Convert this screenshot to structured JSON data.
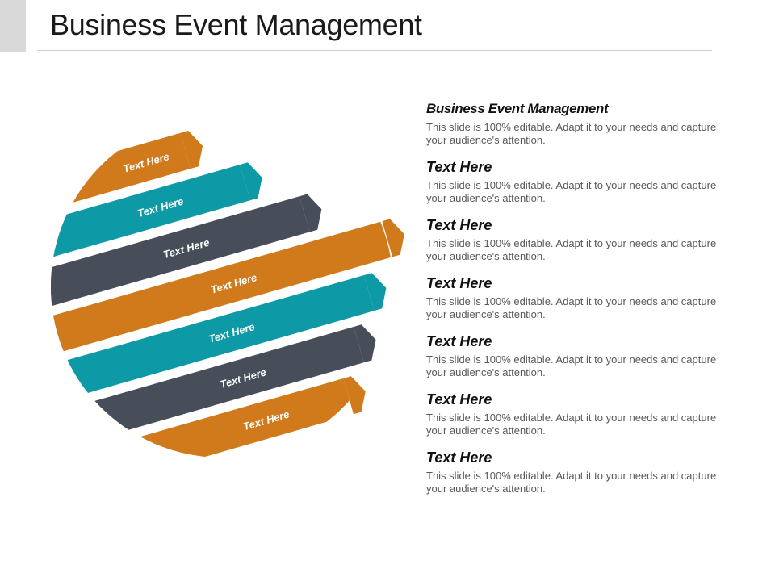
{
  "slide": {
    "title": "Business Event Management"
  },
  "graphic": {
    "colors": {
      "orange": "#d07a1b",
      "teal": "#0d9aa6",
      "slate": "#474e59"
    },
    "bands": [
      {
        "label": "Text Here",
        "color": "orange"
      },
      {
        "label": "Text Here",
        "color": "teal"
      },
      {
        "label": "Text Here",
        "color": "slate"
      },
      {
        "label": "Text Here",
        "color": "orange"
      },
      {
        "label": "Text Here",
        "color": "teal"
      },
      {
        "label": "Text Here",
        "color": "slate"
      },
      {
        "label": "Text Here",
        "color": "orange"
      }
    ]
  },
  "items": [
    {
      "heading": "Business Event Management",
      "text": "This slide is 100% editable. Adapt it to your needs and capture your audience's attention."
    },
    {
      "heading": "Text Here",
      "text": "This slide is 100% editable. Adapt it to your needs and capture your audience's attention."
    },
    {
      "heading": "Text Here",
      "text": "This slide is 100% editable. Adapt it to your needs and capture your audience's attention."
    },
    {
      "heading": "Text Here",
      "text": "This slide is 100% editable. Adapt it to your needs and capture your audience's attention."
    },
    {
      "heading": "Text Here",
      "text": "This slide is 100% editable. Adapt it to your needs and capture your audience's attention."
    },
    {
      "heading": "Text Here",
      "text": "This slide is 100% editable. Adapt it to your needs and capture your audience's attention."
    },
    {
      "heading": "Text Here",
      "text": "This slide is 100% editable. Adapt it to your needs and capture your audience's attention."
    }
  ]
}
